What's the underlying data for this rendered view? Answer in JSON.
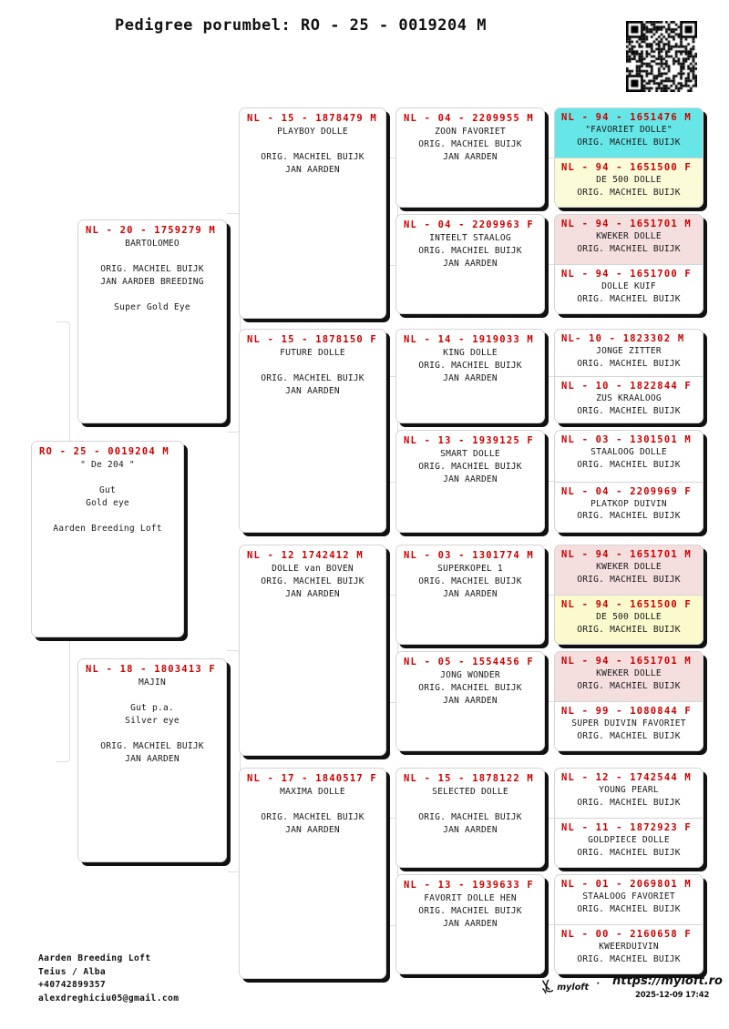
{
  "header": {
    "title": "Pedigree porumbel: RO - 25 - 0019204 M",
    "qr_alt": "qr-code"
  },
  "footer": {
    "loft_block": "Aarden Breeding Loft\nTeius / Alba\n+40742899357\nalexdreghiciu05@gmail.com",
    "brand_name": "myloft",
    "site_url": "https://myloft.ro",
    "timestamp": "2025-12-09 17:42"
  },
  "colors": {
    "id_red": "#cc0000",
    "cyan": "#66e6e6",
    "yellow_light": "#fbfbd8",
    "yellow": "#fafacd",
    "rose": "#f4dede",
    "white": "#ffffff"
  },
  "subject": {
    "id": "RO - 25 - 0019204 M",
    "lines": "\" De 204 \"\n\nGut\nGold eye\n\nAarden Breeding Loft"
  },
  "gen2": [
    {
      "id": "NL - 20 - 1759279 M",
      "lines": "BARTOLOMEO\n\nORIG. MACHIEL BUIJK\nJAN AARDEB BREEDING\n\nSuper Gold Eye"
    },
    {
      "id": "NL - 18 - 1803413 F",
      "lines": "MAJIN\n\nGut p.a.\nSilver eye\n\nORIG. MACHIEL BUIJK\nJAN AARDEN"
    }
  ],
  "gen3": [
    {
      "id": "NL - 15 - 1878479 M",
      "lines": "PLAYBOY DOLLE\n\nORIG. MACHIEL BUIJK\nJAN AARDEN"
    },
    {
      "id": "NL - 15 - 1878150 F",
      "lines": "FUTURE DOLLE\n\nORIG. MACHIEL BUIJK\nJAN AARDEN"
    },
    {
      "id": "NL - 12 1742412 M",
      "lines": "DOLLE van BOVEN\nORIG. MACHIEL BUIJK\nJAN AARDEN"
    },
    {
      "id": "NL - 17 - 1840517 F",
      "lines": "MAXIMA DOLLE\n\nORIG. MACHIEL BUIJK\nJAN AARDEN"
    }
  ],
  "gen4": [
    {
      "id": "NL - 04 - 2209955 M",
      "lines": "ZOON FAVORIET\nORIG. MACHIEL BUIJK\nJAN AARDEN"
    },
    {
      "id": "NL - 04 - 2209963 F",
      "lines": "INTEELT STAALOG\nORIG. MACHIEL BUIJK\nJAN AARDEN"
    },
    {
      "id": "NL - 14 - 1919033 M",
      "lines": "KING DOLLE\nORIG. MACHIEL BUIJK\nJAN AARDEN"
    },
    {
      "id": "NL - 13 - 1939125 F",
      "lines": "SMART DOLLE\nORIG. MACHIEL BUIJK\nJAN AARDEN"
    },
    {
      "id": "NL - 03 - 1301774 M",
      "lines": "SUPERKOPEL 1\nORIG. MACHIEL BUIJK\nJAN AARDEN"
    },
    {
      "id": "NL - 05 - 1554456 F",
      "lines": "JONG WONDER\nORIG. MACHIEL BUIJK\nJAN AARDEN"
    },
    {
      "id": "NL - 15 - 1878122 M",
      "lines": "SELECTED DOLLE\n\nORIG. MACHIEL BUIJK\nJAN AARDEN"
    },
    {
      "id": "NL - 13 - 1939633 F",
      "lines": "FAVORIT DOLLE HEN\nORIG. MACHIEL BUIJK\nJAN AARDEN"
    }
  ],
  "gen5": [
    {
      "id": "NL - 94 - 1651476 M",
      "lines": "\"FAVORIET DOLLE\"\nORIG. MACHIEL BUIJK",
      "bg": "#66e6e6"
    },
    {
      "id": "NL - 94 - 1651500 F",
      "lines": "DE 500 DOLLE\nORIG. MACHIEL BUIJK",
      "bg": "#fbfbd8"
    },
    {
      "id": "NL - 94 - 1651701 M",
      "lines": "KWEKER DOLLE\nORIG. MACHIEL BUIJK",
      "bg": "#f4dede"
    },
    {
      "id": "NL - 94 - 1651700 F",
      "lines": "DOLLE KUIF\nORIG. MACHIEL BUIJK",
      "bg": "#ffffff"
    },
    {
      "id": "NL- 10 - 1823302 M",
      "lines": "JONGE ZITTER\nORIG. MACHIEL BUIJK",
      "bg": "#ffffff"
    },
    {
      "id": "NL - 10 - 1822844 F",
      "lines": "ZUS KRAALOOG\nORIG. MACHIEL BUIJK",
      "bg": "#ffffff"
    },
    {
      "id": "NL - 03 - 1301501 M",
      "lines": "STAALOOG DOLLE\nORIG. MACHIEL BUIJK",
      "bg": "#ffffff"
    },
    {
      "id": "NL - 04 - 2209969 F",
      "lines": "PLATKOP DUIVIN\nORIG. MACHIEL BUIJK",
      "bg": "#ffffff"
    },
    {
      "id": "NL - 94 - 1651701 M",
      "lines": "KWEKER DOLLE\nORIG. MACHIEL BUIJK",
      "bg": "#f4dede"
    },
    {
      "id": "NL - 94 - 1651500 F",
      "lines": "DE 500 DOLLE\nORIG. MACHIEL BUIJK",
      "bg": "#fafacd"
    },
    {
      "id": "NL - 94 - 1651701 M",
      "lines": "KWEKER DOLLE\nORIG. MACHIEL BUIJK",
      "bg": "#f4dede"
    },
    {
      "id": "NL - 99 - 1080844 F",
      "lines": "SUPER DUIVIN FAVORIET\nORIG. MACHIEL BUIJK",
      "bg": "#ffffff"
    },
    {
      "id": "NL - 12 - 1742544 M",
      "lines": "YOUNG PEARL\nORIG. MACHIEL BUIJK",
      "bg": "#ffffff"
    },
    {
      "id": "NL - 11 - 1872923 F",
      "lines": "GOLDPIECE DOLLE\nORIG. MACHIEL BUIJK",
      "bg": "#ffffff"
    },
    {
      "id": "NL - 01 - 2069801 M",
      "lines": "STAALOOG FAVORIET\nORIG. MACHIEL BUIJK",
      "bg": "#ffffff"
    },
    {
      "id": "NL - 00 - 2160658 F",
      "lines": "KWEERDUIVIN\nORIG. MACHIEL BUIJK",
      "bg": "#ffffff"
    }
  ]
}
